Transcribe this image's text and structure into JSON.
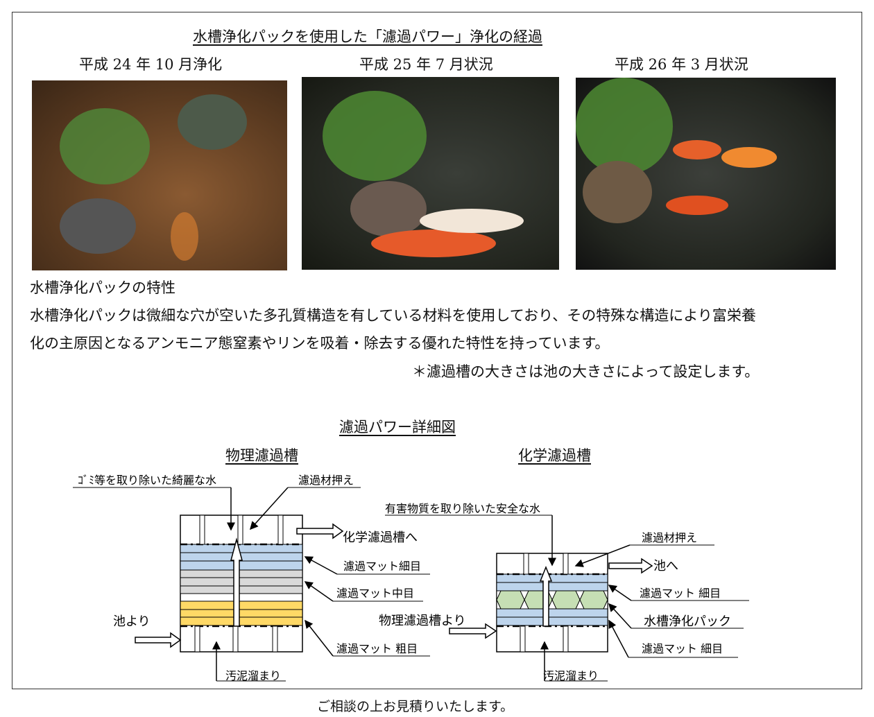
{
  "title": "水槽浄化パックを使用した「濾過パワー」浄化の経過",
  "photos": [
    {
      "caption": "平成 24 年 10 月浄化"
    },
    {
      "caption": "平成 25 年 7 月状況"
    },
    {
      "caption": "平成 26 年 3 月状況"
    }
  ],
  "properties": {
    "heading": "水槽浄化パックの特性",
    "line1": "水槽浄化パックは微細な穴が空いた多孔質構造を有している材料を使用しており、その特殊な構造により富栄養",
    "line2": "化の主原因となるアンモニア態窒素やリンを吸着・除去する優れた特性を持っています。",
    "note": "＊濾過槽の大きさは池の大きさによって設定します。"
  },
  "diagram": {
    "title": "濾過パワー詳細図",
    "physical": {
      "title": "物理濾過槽",
      "clean_water": "ｺﾞﾐ等を取り除いた綺麗な水",
      "presser": "濾過材押え",
      "outlet": "化学濾過槽へ",
      "fine": "濾過マット細目",
      "medium": "濾過マット中目",
      "inlet": "池より",
      "coarse": "濾過マット 粗目",
      "sludge": "汚泥溜まり"
    },
    "chemical": {
      "title": "化学濾過槽",
      "safe_water": "有害物質を取り除いた安全な水",
      "presser": "濾過材押え",
      "outlet": "池へ",
      "fine_top": "濾過マット 細目",
      "inlet": "物理濾過槽より",
      "pack": "水槽浄化パック",
      "fine_bottom": "濾過マット 細目",
      "sludge": "汚泥溜まり"
    },
    "colors": {
      "blue": "#bdd4ec",
      "gray": "#d9d9d9",
      "yellow": "#ffd966",
      "green": "#c6dfb4"
    }
  },
  "footer": "ご相談の上お見積りいたします。"
}
